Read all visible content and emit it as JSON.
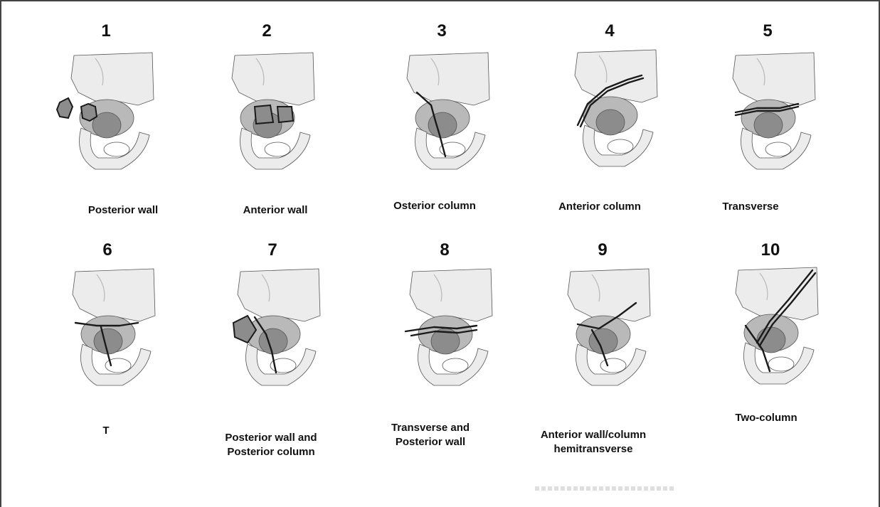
{
  "panels": [
    {
      "number": "1",
      "label_lines": [
        "Posterior wall"
      ],
      "icon": "acetabulum-fracture-illustration"
    },
    {
      "number": "2",
      "label_lines": [
        "Anterior wall"
      ],
      "icon": "acetabulum-fracture-illustration"
    },
    {
      "number": "3",
      "label_lines": [
        "Osterior column"
      ],
      "icon": "acetabulum-fracture-illustration"
    },
    {
      "number": "4",
      "label_lines": [
        "Anterior column"
      ],
      "icon": "acetabulum-fracture-illustration"
    },
    {
      "number": "5",
      "label_lines": [
        "Transverse"
      ],
      "icon": "acetabulum-fracture-illustration"
    },
    {
      "number": "6",
      "label_lines": [
        "T"
      ],
      "icon": "acetabulum-fracture-illustration"
    },
    {
      "number": "7",
      "label_lines": [
        "Posterior wall and",
        "Posterior column"
      ],
      "icon": "acetabulum-fracture-illustration"
    },
    {
      "number": "8",
      "label_lines": [
        "Transverse and",
        "Posterior wall"
      ],
      "icon": "acetabulum-fracture-illustration"
    },
    {
      "number": "9",
      "label_lines": [
        "Anterior wall/column",
        "hemitransverse"
      ],
      "icon": "acetabulum-fracture-illustration"
    },
    {
      "number": "10",
      "label_lines": [
        "Two-column"
      ],
      "icon": "acetabulum-fracture-illustration"
    }
  ],
  "colors": {
    "bone_light": "#ececec",
    "bone_mid": "#b9b9b9",
    "bone_dark": "#8c8c8c",
    "outline": "#555555",
    "fracture_line": "#1a1a1a"
  }
}
